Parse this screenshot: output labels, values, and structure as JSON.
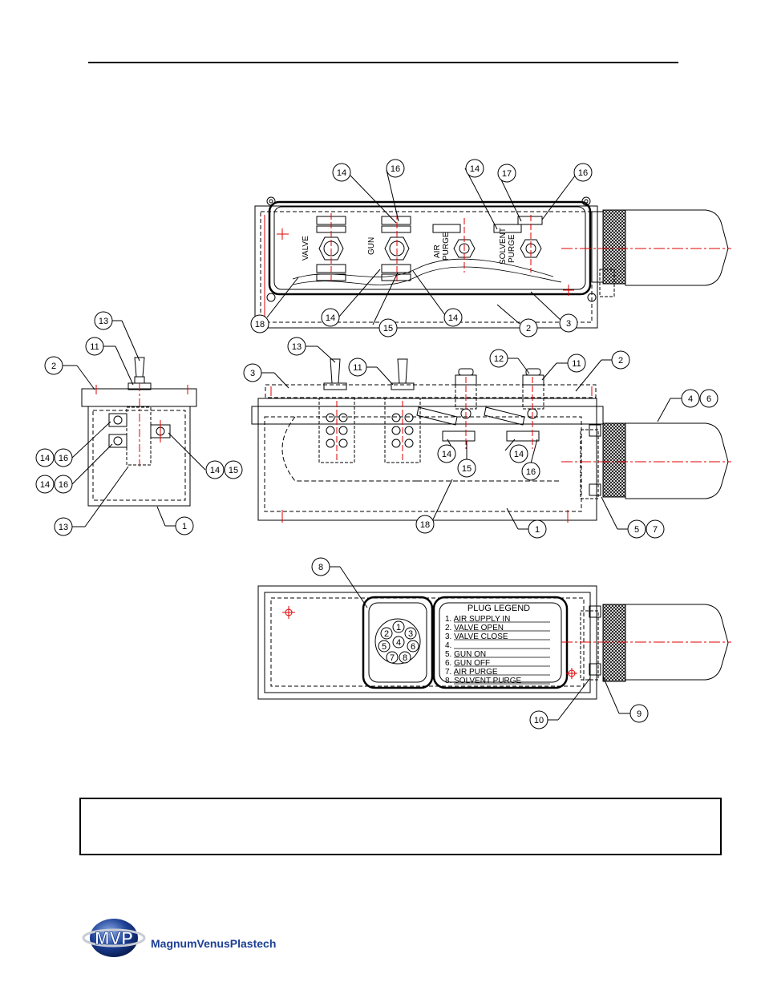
{
  "colors": {
    "line": "#000000",
    "center_line": "#e00000",
    "logo_blue": "#1c3f94",
    "logo_silver": "#c8ccd4"
  },
  "top_view": {
    "labels": {
      "valve": "VALVE",
      "gun": "GUN",
      "air": "AIR",
      "purge": "PURGE",
      "solvent": "SOLVENT",
      "purge2": "PURGE"
    },
    "balloons": {
      "b14a": "14",
      "b16a": "16",
      "b14b": "14",
      "b17": "17",
      "b16b": "16",
      "b18": "18",
      "b14c": "14",
      "b15": "15",
      "b14d": "14",
      "b2": "2",
      "b3": "3"
    }
  },
  "side_view": {
    "balloons": {
      "b2": "2",
      "b11": "11",
      "b13a": "13",
      "b14a": "14",
      "b16a": "16",
      "b14b": "14",
      "b16b": "16",
      "b14c": "14",
      "b15": "15",
      "b13b": "13",
      "b1": "1"
    }
  },
  "front_view": {
    "balloons": {
      "b13": "13",
      "b11a": "11",
      "b3": "3",
      "b12": "12",
      "b11b": "11",
      "b2": "2",
      "b4": "4",
      "b6": "6",
      "b14a": "14",
      "b15": "15",
      "b14b": "14",
      "b16": "16",
      "b18": "18",
      "b1": "1",
      "b5": "5",
      "b7": "7"
    }
  },
  "bottom_view": {
    "balloons": {
      "b8": "8",
      "b10": "10",
      "b9": "9"
    },
    "plug_pins": [
      "1",
      "2",
      "3",
      "4",
      "5",
      "6",
      "7",
      "8"
    ],
    "legend": {
      "title": "PLUG LEGEND",
      "items": [
        "1. AIR SUPPLY IN",
        "2. VALVE OPEN",
        "3. VALVE CLOSE",
        "4.",
        "5. GUN ON",
        "6. GUN OFF",
        "7. AIR PURGE",
        "8. SOLVENT PURGE"
      ]
    }
  },
  "logo": {
    "mark": "MVP",
    "wordmark": "MagnumVenusPlastech"
  }
}
